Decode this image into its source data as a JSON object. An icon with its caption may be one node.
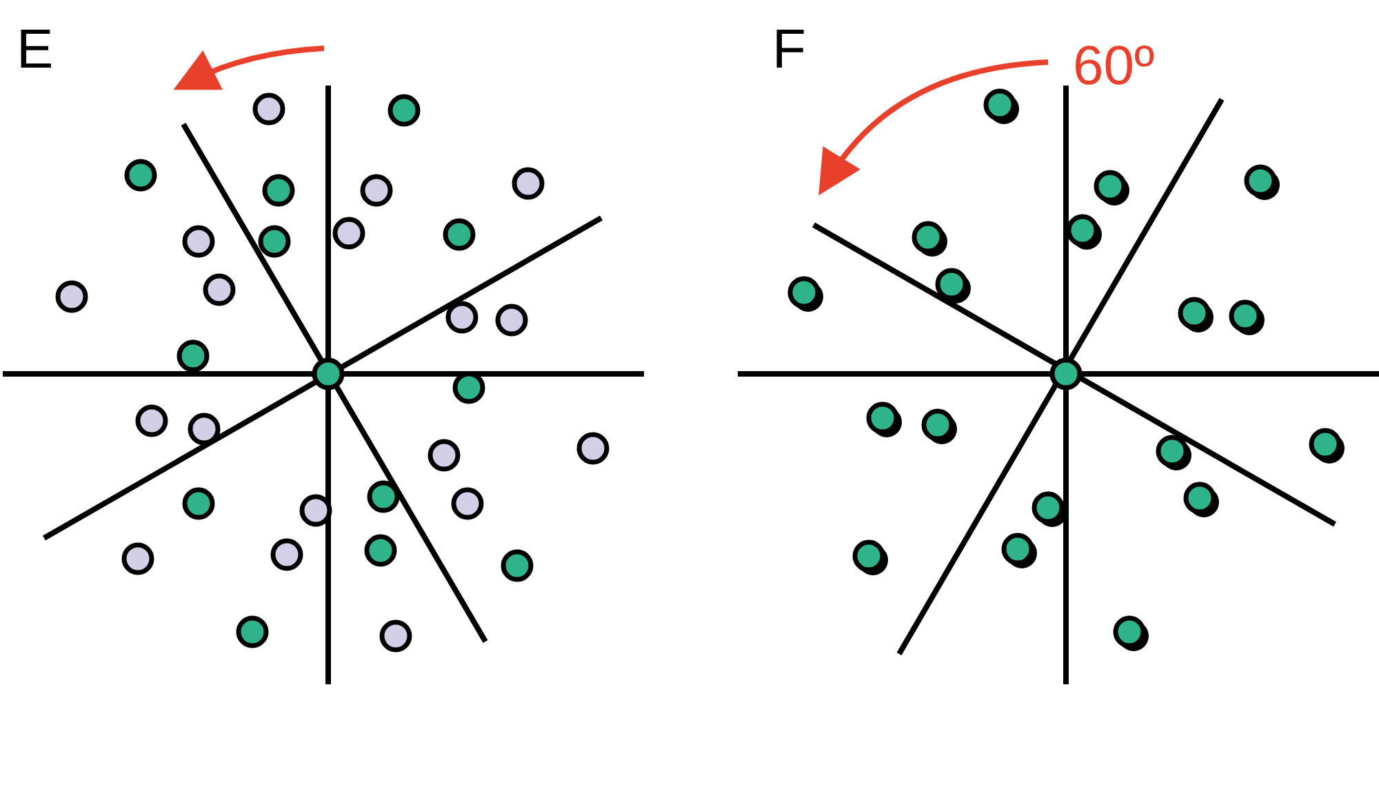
{
  "diagram": {
    "labels": [
      "E",
      "F",
      "60º"
    ]
  }
}
